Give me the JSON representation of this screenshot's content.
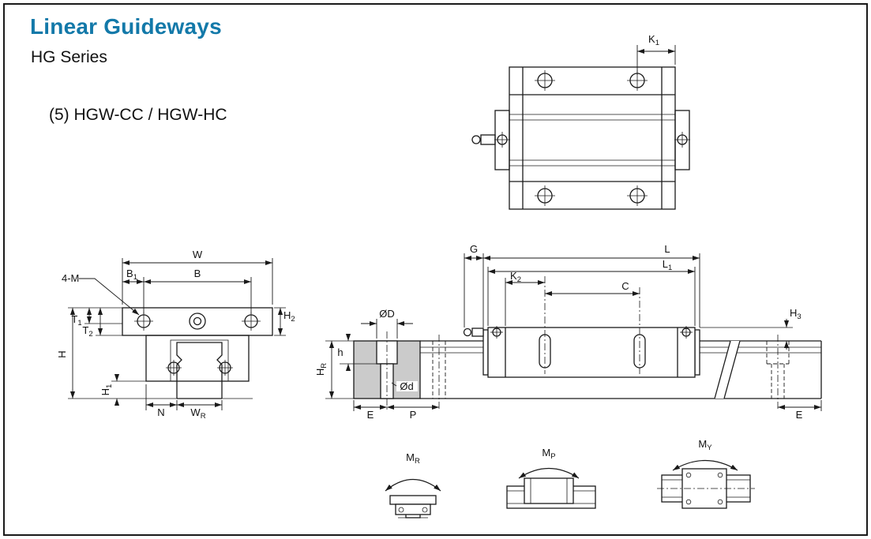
{
  "header": {
    "title": "Linear Guideways",
    "series": "HG Series",
    "model": "(5) HGW-CC / HGW-HC"
  },
  "colors": {
    "accent": "#1379a9",
    "ink": "#1a1a1a",
    "section_fill": "#cbcbcb"
  },
  "dims": {
    "top": {
      "k1": {
        "base": "K",
        "sub": "1"
      }
    },
    "front": {
      "w": "W",
      "b1": {
        "base": "B",
        "sub": "1"
      },
      "b": "B",
      "four_m": "4-M",
      "t1": {
        "base": "T",
        "sub": "1"
      },
      "t2": {
        "base": "T",
        "sub": "2"
      },
      "h": "H",
      "h2": {
        "base": "H",
        "sub": "2"
      },
      "h1": {
        "base": "H",
        "sub": "1"
      },
      "n": "N",
      "wr": {
        "base": "W",
        "sub": "R"
      }
    },
    "side": {
      "g": "G",
      "l": "L",
      "l1": {
        "base": "L",
        "sub": "1"
      },
      "k2": {
        "base": "K",
        "sub": "2"
      },
      "c": "C",
      "h3": {
        "base": "H",
        "sub": "3"
      },
      "e": "E"
    },
    "section": {
      "dia_outer": "ØD",
      "depth": "h",
      "hr": {
        "base": "H",
        "sub": "R"
      },
      "dia_inner": "Ød",
      "e": "E",
      "p": "P"
    }
  },
  "moments": {
    "mr": {
      "base": "M",
      "sub": "R"
    },
    "mp": {
      "base": "M",
      "sub": "P"
    },
    "my": {
      "base": "M",
      "sub": "Y"
    }
  }
}
